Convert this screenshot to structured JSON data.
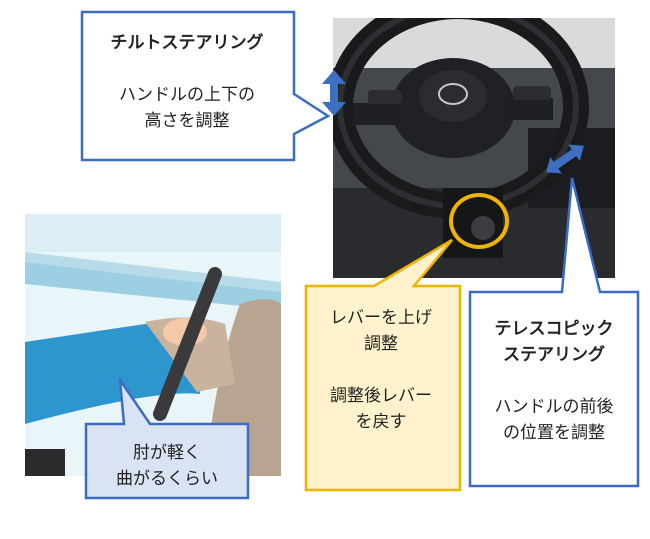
{
  "tilt": {
    "title": "チルトステアリング",
    "line1": "ハンドルの上下の",
    "line2": "高さを調整"
  },
  "telescopic": {
    "title_line1": "テレスコピック",
    "title_line2": "ステアリング",
    "line1": "ハンドルの前後",
    "line2": "の位置を調整"
  },
  "lever": {
    "line1": "レバーを上げ",
    "line2": "調整",
    "line3": "調整後レバー",
    "line4": "を戻す"
  },
  "elbow": {
    "line1": "肘が軽く",
    "line2": "曲がるくらい"
  },
  "colors": {
    "callout_border": "#3b6cc4",
    "lever_border": "#f0b400",
    "lever_fill": "#fff2cc",
    "elbow_fill": "#dae3f3",
    "arrow_blue": "#3e6fc2"
  }
}
